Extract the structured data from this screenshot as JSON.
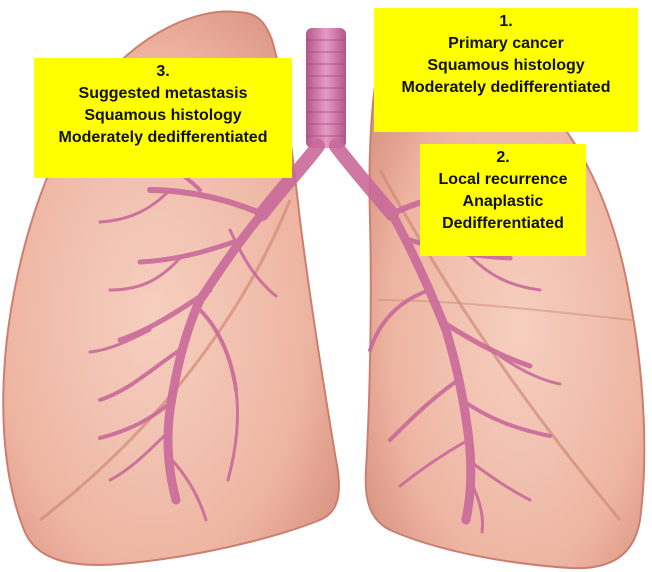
{
  "colors": {
    "label_background": "#ffff00",
    "label_text": "#111111",
    "lung_fill": "#f2b9a6",
    "lung_edge": "#c9796a",
    "airway": "#c96a9a"
  },
  "image": {
    "subject": "human-lungs-with-bronchial-tree"
  },
  "labels": [
    {
      "number": "1.",
      "lines": [
        "Primary cancer",
        "Squamous histology",
        "Moderately dedifferentiated"
      ]
    },
    {
      "number": "2.",
      "lines": [
        "Local recurrence",
        "Anaplastic",
        "Dedifferentiated"
      ]
    },
    {
      "number": "3.",
      "lines": [
        "Suggested metastasis",
        "Squamous histology",
        "Moderately dedifferentiated"
      ]
    }
  ]
}
